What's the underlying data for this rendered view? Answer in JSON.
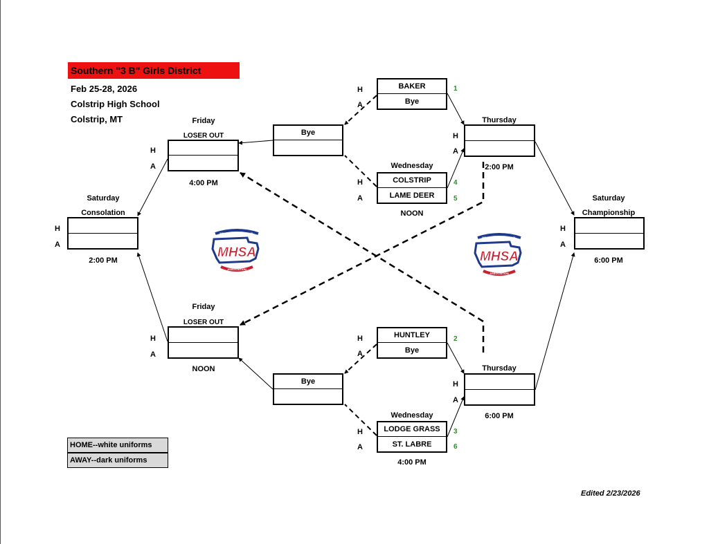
{
  "header": {
    "title": "Southern \"3 B\" Girls District",
    "dates": "Feb 25-28, 2026",
    "venue": "Colstrip High School",
    "city": "Colstrip, MT"
  },
  "labels": {
    "home": "H",
    "away": "A"
  },
  "seeds": {
    "baker": "1",
    "huntley": "2",
    "lodge_grass": "3",
    "colstrip": "4",
    "lame_deer": "5",
    "st_labre": "6"
  },
  "teams": {
    "baker": "BAKER",
    "bye1": "Bye",
    "colstrip": "COLSTRIP",
    "lame_deer": "LAME DEER",
    "huntley": "HUNTLEY",
    "bye2": "Bye",
    "lodge_grass": "LODGE GRASS",
    "st_labre": "ST. LABRE",
    "qf_top_bye": "Bye",
    "qf_bottom_bye": "Bye"
  },
  "games": {
    "wed_top_day": "Wednesday",
    "wed_top_time": "NOON",
    "wed_bottom_day": "Wednesday",
    "wed_bottom_time": "4:00 PM",
    "thu_top_day": "Thursday",
    "thu_top_time": "2:00 PM",
    "thu_bottom_day": "Thursday",
    "thu_bottom_time": "6:00 PM",
    "fri_top_day": "Friday",
    "fri_top_sub": "LOSER OUT",
    "fri_top_time": "4:00 PM",
    "fri_bottom_day": "Friday",
    "fri_bottom_sub": "LOSER OUT",
    "fri_bottom_time": "NOON",
    "sat_cons_day": "Saturday",
    "sat_cons_sub": "Consolation",
    "sat_cons_time": "2:00 PM",
    "sat_champ_day": "Saturday",
    "sat_champ_sub": "Championship",
    "sat_champ_time": "6:00 PM"
  },
  "logo": {
    "text": "MHSA",
    "top_text": "MONTANA HIGH SCHOOL",
    "bottom_text": "ASSOCIATION",
    "primary_color": "#c8202f",
    "secondary_color": "#1f3a8a"
  },
  "legend": {
    "home": "HOME--white uniforms",
    "away": "AWAY--dark uniforms"
  },
  "footer": {
    "edited": "Edited 2/23/2026"
  }
}
